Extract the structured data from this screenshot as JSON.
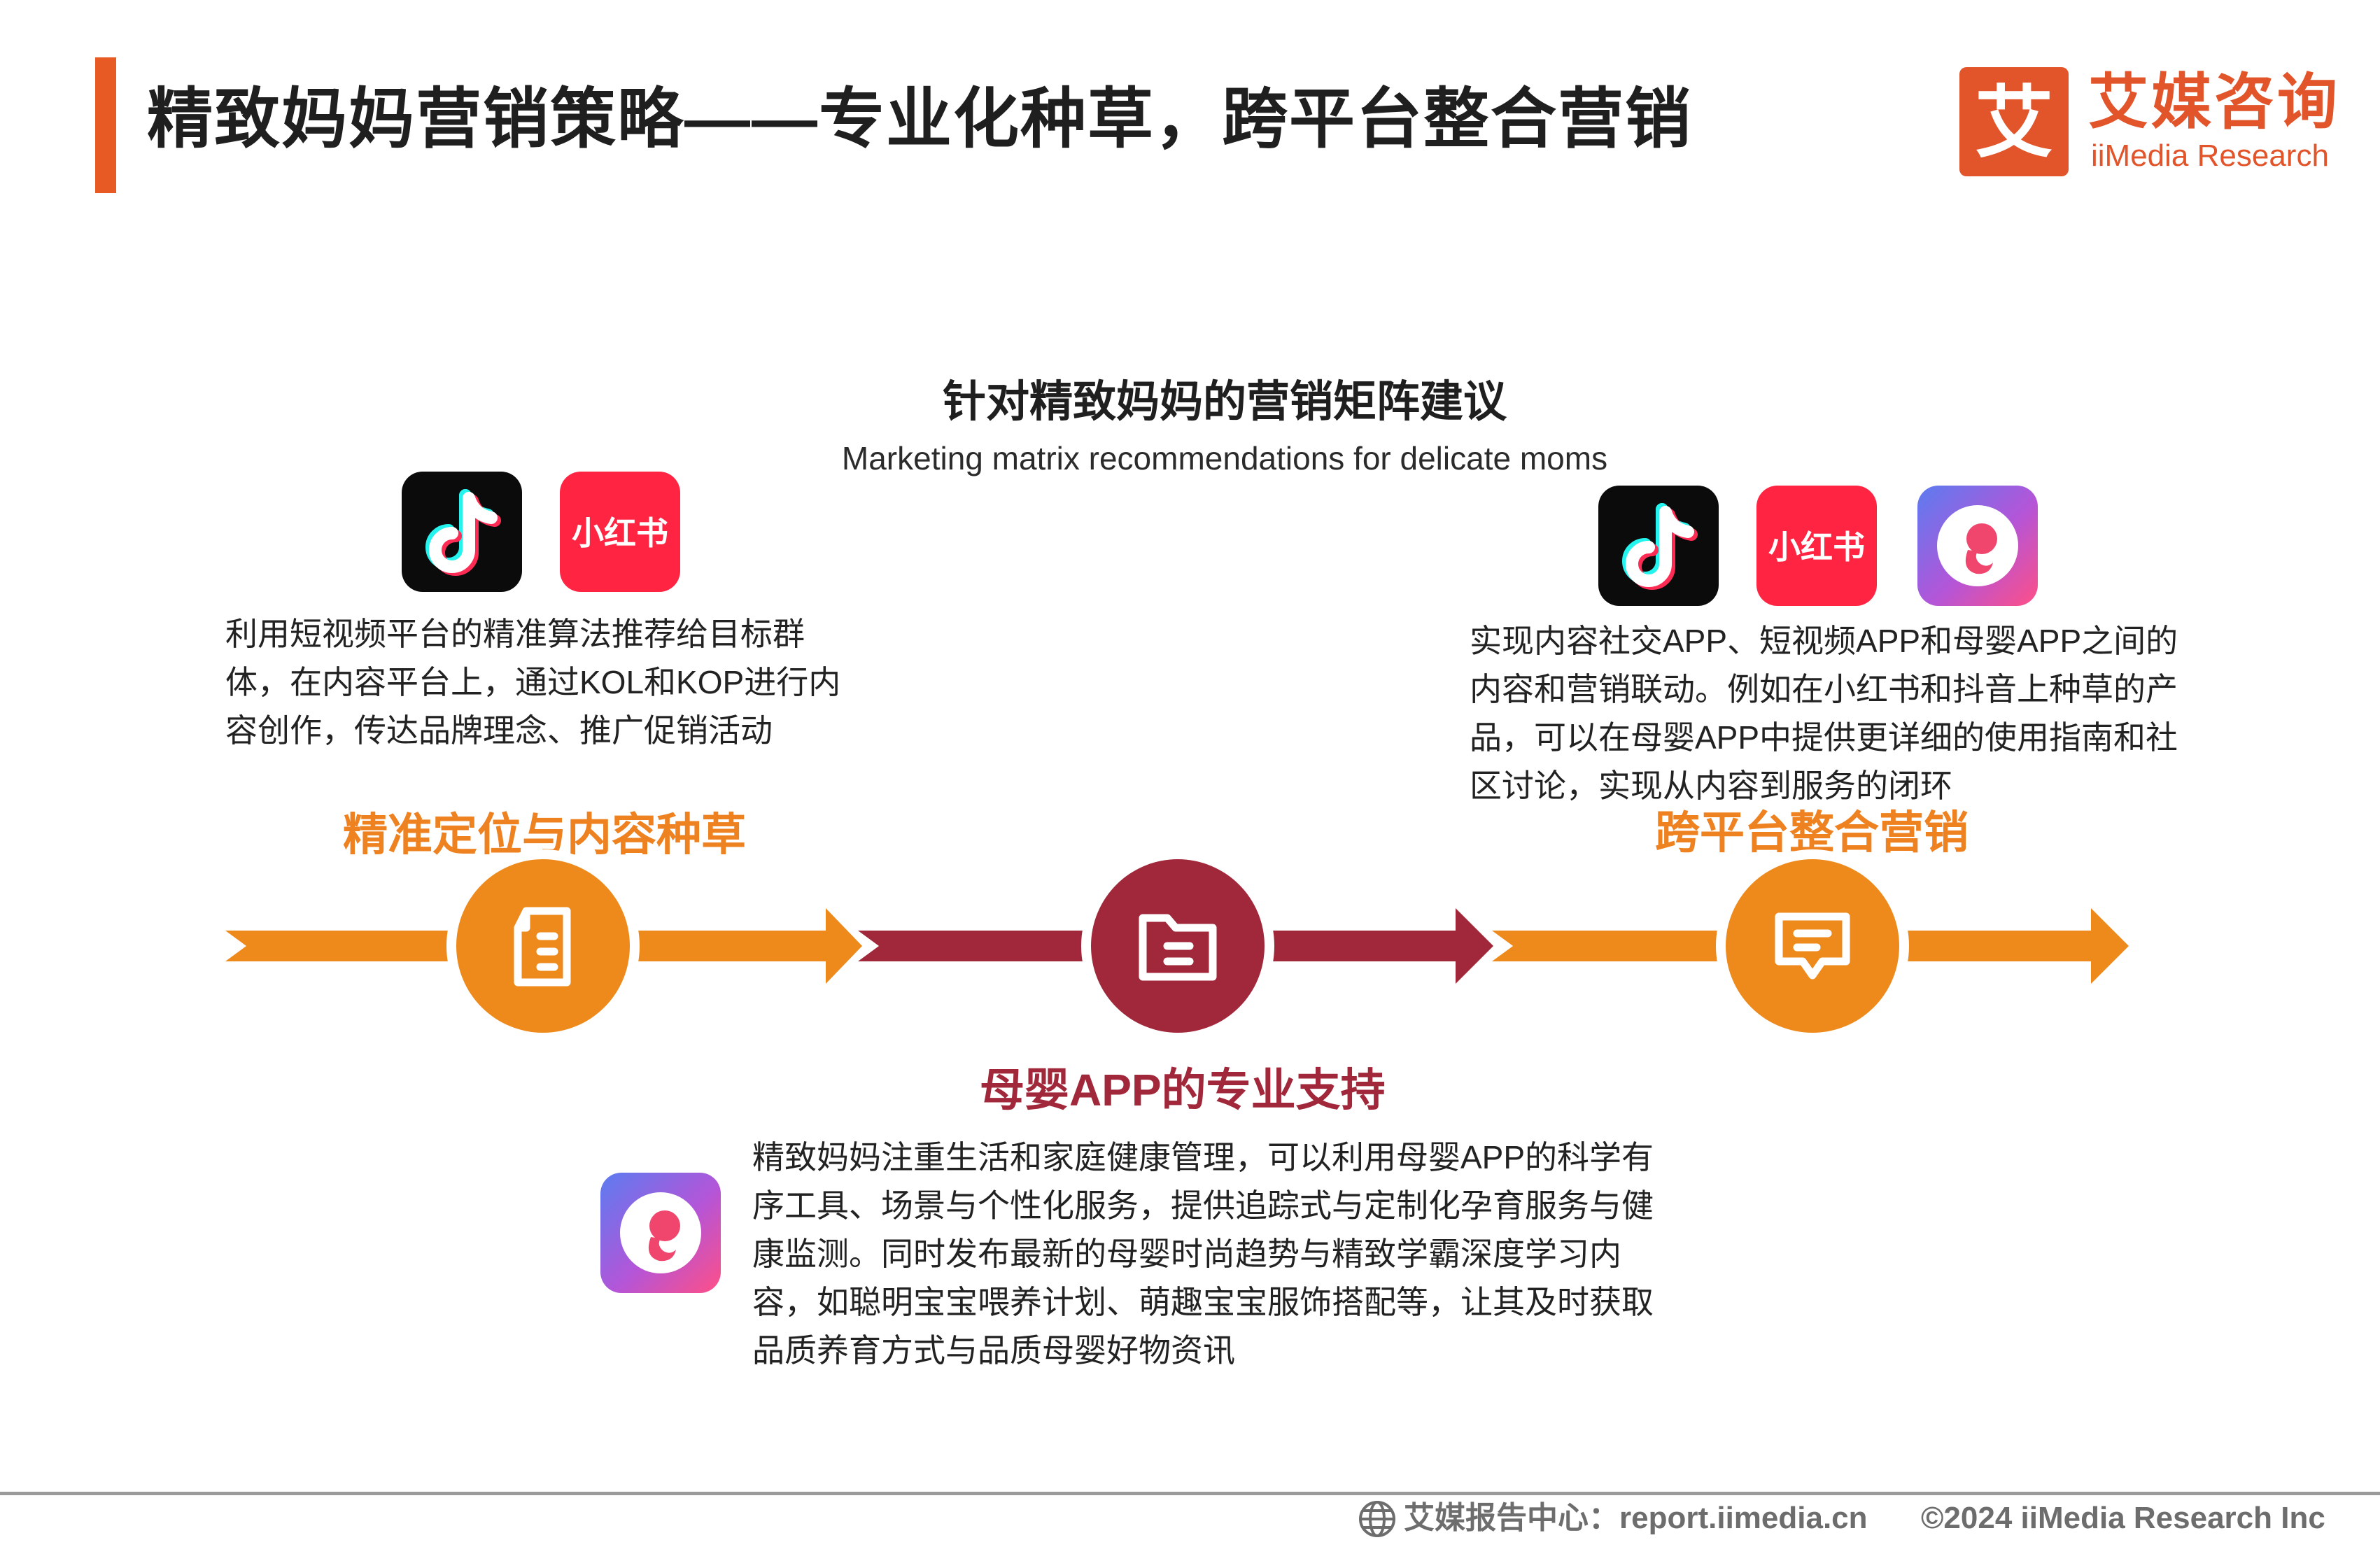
{
  "header": {
    "title": "精致妈妈营销策略——专业化种草，跨平台整合营销",
    "accent_color": "#e85a24"
  },
  "logo": {
    "mark_char": "艾",
    "name_cn": "艾媒咨询",
    "name_en": "iiMedia Research",
    "color": "#e2542a"
  },
  "matrix": {
    "title": "针对精致妈妈的营销矩阵建议",
    "subtitle": "Marketing matrix recommendations for delicate moms"
  },
  "sections": {
    "left": {
      "label": "精准定位与内容种草",
      "description": "利用短视频平台的精准算法推荐给目标群体，在内容平台上，通过KOL和KOP进行内容创作，传达品牌理念、推广促销活动",
      "icons": [
        "douyin-icon",
        "xiaohongshu-icon"
      ],
      "node_icon": "document-icon",
      "color": "#ee8120"
    },
    "middle": {
      "label": "母婴APP的专业支持",
      "description": "精致妈妈注重生活和家庭健康管理，可以利用母婴APP的科学有序工具、场景与个性化服务，提供追踪式与定制化孕育服务与健康监测。同时发布最新的母婴时尚趋势与精致学霸深度学习内容，如聪明宝宝喂养计划、萌趣宝宝服饰搭配等，让其及时获取品质养育方式与品质母婴好物资讯",
      "icons": [
        "baby-app-icon"
      ],
      "node_icon": "folder-icon",
      "color": "#a1283a"
    },
    "right": {
      "label": "跨平台整合营销",
      "description": "实现内容社交APP、短视频APP和母婴APP之间的内容和营销联动。例如在小红书和抖音上种草的产品，可以在母婴APP中提供更详细的使用指南和社区讨论，实现从内容到服务的闭环",
      "icons": [
        "douyin-icon",
        "xiaohongshu-icon",
        "baby-app-icon"
      ],
      "node_icon": "chat-icon",
      "color": "#ee8120"
    }
  },
  "app_icons": {
    "xiaohongshu_text": "小红书"
  },
  "footer": {
    "source": "艾媒报告中心：report.iimedia.cn",
    "copyright": "©2024  iiMedia Research  Inc",
    "icon": "globe-icon"
  }
}
